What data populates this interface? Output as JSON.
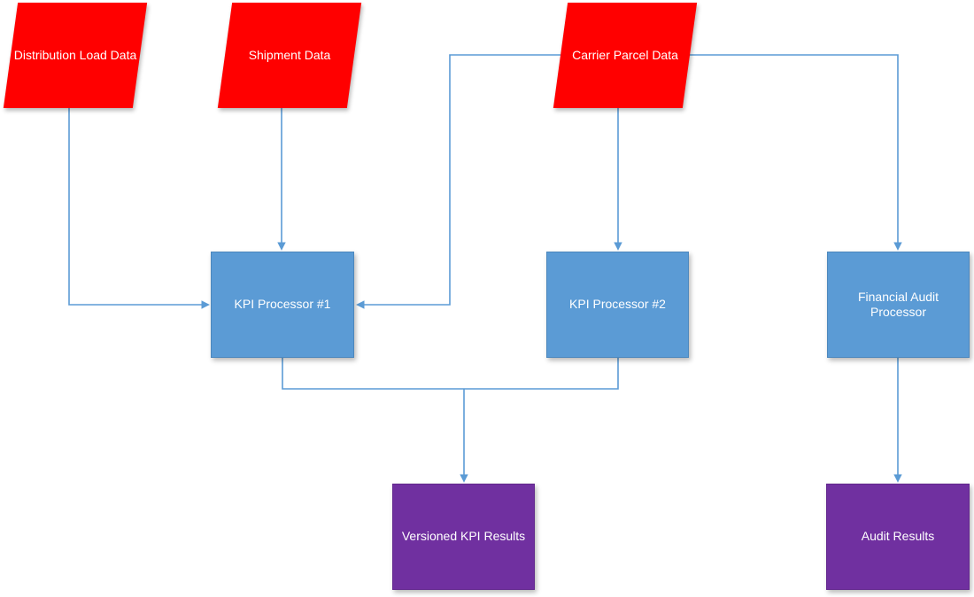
{
  "diagram": {
    "type": "flowchart",
    "nodes": {
      "distribution_load_data": {
        "label": "Distribution Load Data",
        "shape": "parallelogram",
        "role": "data-source",
        "color": "#FF0000"
      },
      "shipment_data": {
        "label": "Shipment Data",
        "shape": "parallelogram",
        "role": "data-source",
        "color": "#FF0000"
      },
      "carrier_parcel_data": {
        "label": "Carrier Parcel Data",
        "shape": "parallelogram",
        "role": "data-source",
        "color": "#FF0000"
      },
      "kpi_processor_1": {
        "label": "KPI Processor #1",
        "shape": "rectangle",
        "role": "processor",
        "color": "#5B9BD5"
      },
      "kpi_processor_2": {
        "label": "KPI Processor #2",
        "shape": "rectangle",
        "role": "processor",
        "color": "#5B9BD5"
      },
      "financial_audit_processor": {
        "label": "Financial Audit Processor",
        "shape": "rectangle",
        "role": "processor",
        "color": "#5B9BD5"
      },
      "versioned_kpi_results": {
        "label": "Versioned KPI Results",
        "shape": "rectangle",
        "role": "result",
        "color": "#7030A0"
      },
      "audit_results": {
        "label": "Audit Results",
        "shape": "rectangle",
        "role": "result",
        "color": "#7030A0"
      }
    },
    "edges": [
      {
        "from": "distribution_load_data",
        "to": "kpi_processor_1"
      },
      {
        "from": "shipment_data",
        "to": "kpi_processor_1"
      },
      {
        "from": "carrier_parcel_data",
        "to": "kpi_processor_1"
      },
      {
        "from": "carrier_parcel_data",
        "to": "kpi_processor_2"
      },
      {
        "from": "carrier_parcel_data",
        "to": "financial_audit_processor"
      },
      {
        "from": "kpi_processor_1",
        "to": "versioned_kpi_results"
      },
      {
        "from": "kpi_processor_2",
        "to": "versioned_kpi_results"
      },
      {
        "from": "financial_audit_processor",
        "to": "audit_results"
      }
    ],
    "colors": {
      "source": "#FF0000",
      "processor": "#5B9BD5",
      "result": "#7030A0",
      "connector": "#5B9BD5",
      "label_text": "#FFFFFF",
      "background": "#FFFFFF"
    }
  }
}
